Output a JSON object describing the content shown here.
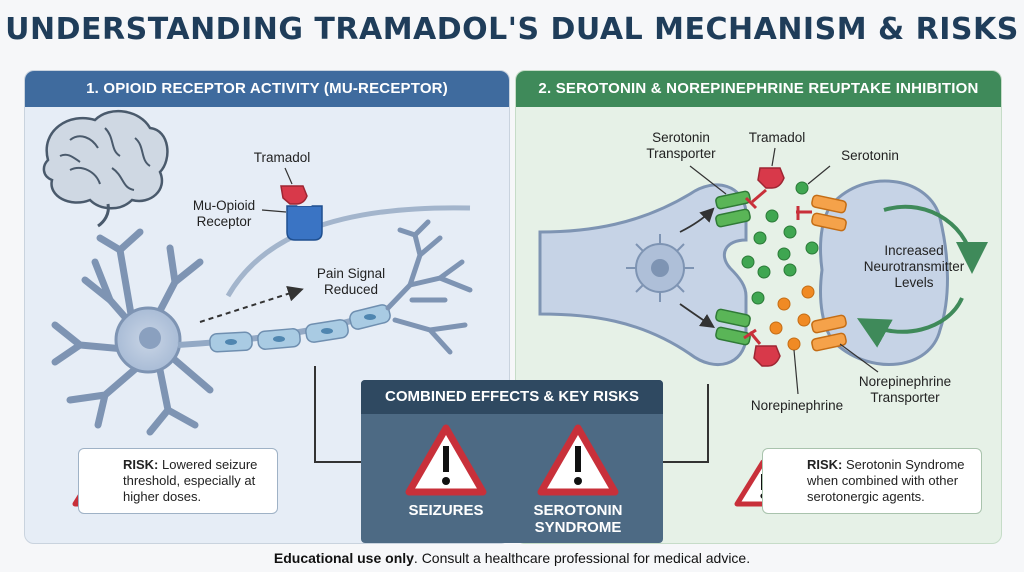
{
  "title": "UNDERSTANDING TRAMADOL'S DUAL MECHANISM & RISKS",
  "left_panel": {
    "header": "1. OPIOID RECEPTOR ACTIVITY (MU-RECEPTOR)",
    "tramadol_label": "Tramadol",
    "receptor_label_1": "Mu-Opioid",
    "receptor_label_2": "Receptor",
    "pain_label_1": "Pain Signal",
    "pain_label_2": "Reduced",
    "risk_prefix": "RISK:",
    "risk_text": " Lowered seizure threshold, especially at higher doses."
  },
  "right_panel": {
    "header": "2. SEROTONIN & NOREPINEPHRINE REUPTAKE INHIBITION",
    "serotonin_transporter_1": "Serotonin",
    "serotonin_transporter_2": "Transporter",
    "tramadol_label": "Tramadol",
    "serotonin_label": "Serotonin",
    "increased_1": "Increased",
    "increased_2": "Neurotransmitter",
    "increased_3": "Levels",
    "norepinephrine_label": "Norepinephrine",
    "ne_transporter_1": "Norepinephrine",
    "ne_transporter_2": "Transporter",
    "risk_prefix": "RISK:",
    "risk_text": " Serotonin Syndrome when combined with other serotonergic agents."
  },
  "combined": {
    "header": "COMBINED EFFECTS & KEY RISKS",
    "seizures": "SEIZURES",
    "serotonin_1": "SEROTONIN",
    "serotonin_2": "SYNDROME"
  },
  "footer": {
    "bold": "Educational use only",
    "rest": ". Consult a healthcare professional for medical advice."
  },
  "colors": {
    "left_header": "#3f6b9e",
    "right_header": "#3f8a5a",
    "combined_bg": "#4d6a84",
    "warning_red": "#c8303a",
    "serotonin_dot": "#3fa651",
    "norepinephrine_dot": "#f08a24"
  }
}
